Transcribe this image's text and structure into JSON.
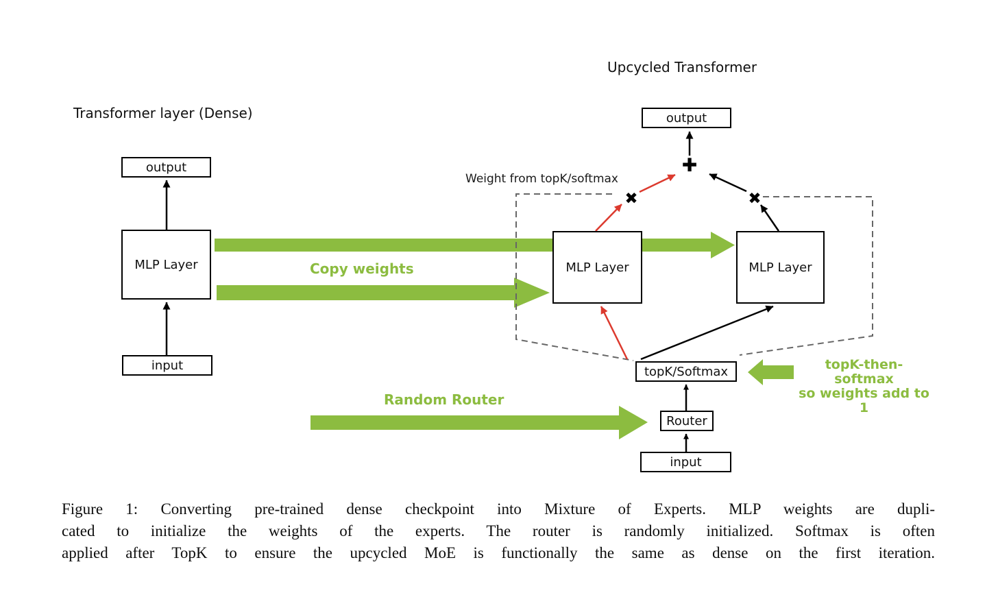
{
  "palette": {
    "green": "#8CBC40",
    "red": "#DC3A2E",
    "black": "#000000",
    "dash_gray": "#666666"
  },
  "dense": {
    "title": "Transformer layer (Dense)",
    "output_label": "output",
    "mlp_label": "MLP Layer",
    "input_label": "input"
  },
  "upcycled": {
    "title": "Upcycled Transformer",
    "output_label": "output",
    "mlp_left_label": "MLP Layer",
    "mlp_right_label": "MLP Layer",
    "topk_label": "topK/Softmax",
    "router_label": "Router",
    "input_label": "input"
  },
  "annotations": {
    "copy_weights": "Copy weights",
    "random_router": "Random Router",
    "weight_from_topk": "Weight from topK/softmax",
    "topk_note_line1": "topK-then-softmax",
    "topk_note_line2": "so weights add to 1"
  },
  "icons": {
    "multiply": "✖",
    "plus": "✚"
  },
  "caption": {
    "figure_line1": "Figure 1: Converting pre-trained dense checkpoint into Mixture of Experts.  MLP weights are dupli-",
    "figure_line2": "cated to initialize the weights of the experts.  The router is randomly initialized.  Softmax is often",
    "figure_line3": "applied after TopK to ensure the upcycled MoE is functionally the same as dense on the first iteration."
  }
}
